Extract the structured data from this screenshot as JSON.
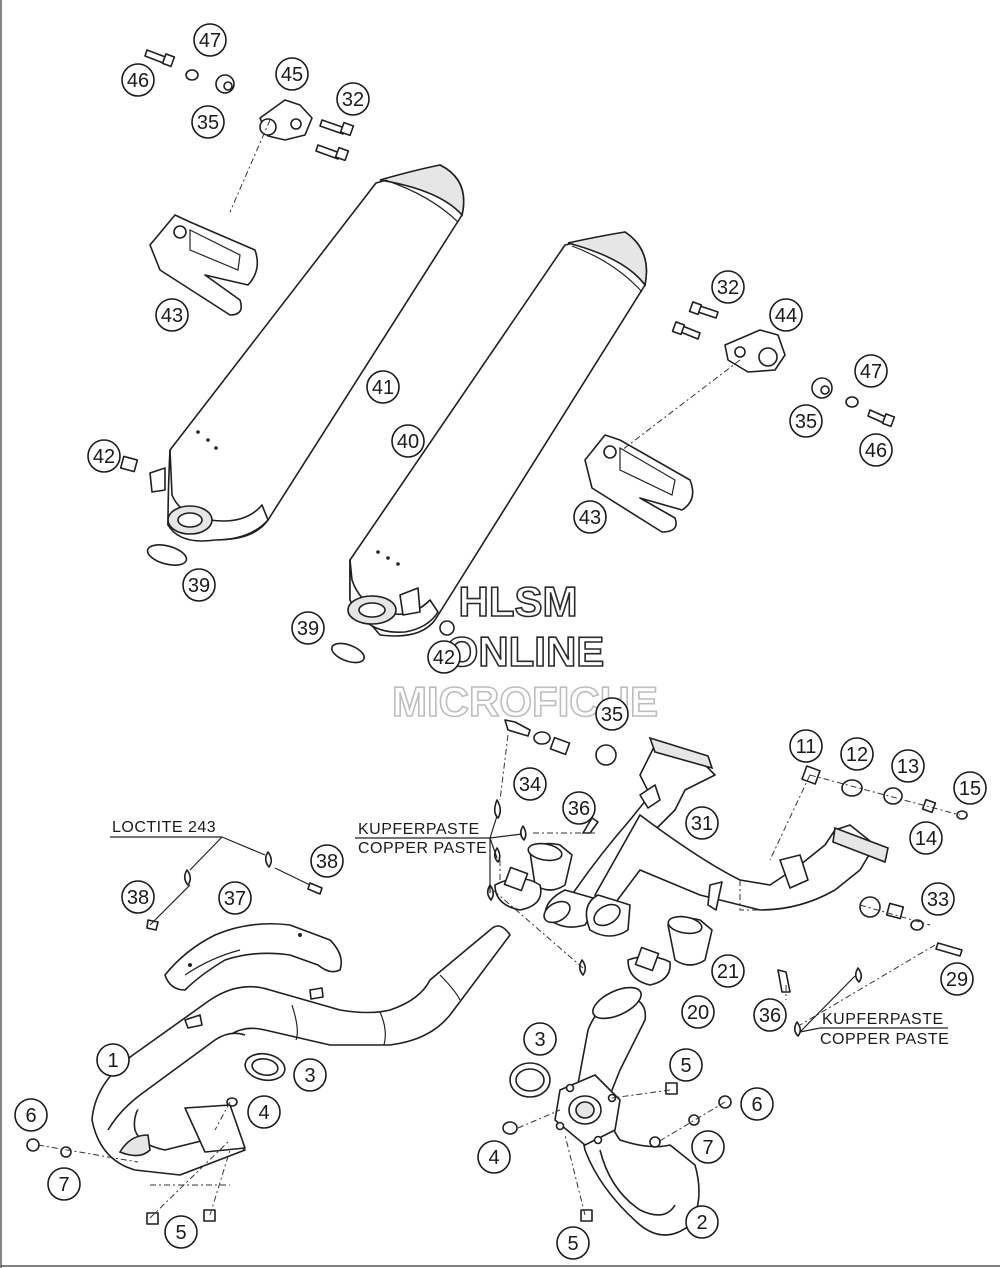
{
  "callouts": [
    {
      "label": "47"
    },
    {
      "label": "46"
    },
    {
      "label": "35"
    },
    {
      "label": "45"
    },
    {
      "label": "32"
    },
    {
      "label": "43"
    },
    {
      "label": "41"
    },
    {
      "label": "40"
    },
    {
      "label": "42"
    },
    {
      "label": "39"
    },
    {
      "label": "32"
    },
    {
      "label": "44"
    },
    {
      "label": "47"
    },
    {
      "label": "35"
    },
    {
      "label": "46"
    },
    {
      "label": "43"
    },
    {
      "label": "39"
    },
    {
      "label": "42"
    },
    {
      "label": "35"
    },
    {
      "label": "34"
    },
    {
      "label": "36"
    },
    {
      "label": "31"
    },
    {
      "label": "11"
    },
    {
      "label": "12"
    },
    {
      "label": "13"
    },
    {
      "label": "15"
    },
    {
      "label": "14"
    },
    {
      "label": "38"
    },
    {
      "label": "38"
    },
    {
      "label": "37"
    },
    {
      "label": "33"
    },
    {
      "label": "21"
    },
    {
      "label": "29"
    },
    {
      "label": "20"
    },
    {
      "label": "36"
    },
    {
      "label": "1"
    },
    {
      "label": "3"
    },
    {
      "label": "3"
    },
    {
      "label": "5"
    },
    {
      "label": "6"
    },
    {
      "label": "4"
    },
    {
      "label": "6"
    },
    {
      "label": "7"
    },
    {
      "label": "7"
    },
    {
      "label": "4"
    },
    {
      "label": "5"
    },
    {
      "label": "2"
    },
    {
      "label": "5"
    }
  ],
  "notes": {
    "loctite": "LOCTITE 243",
    "kupferpaste_left": "KUPFERPASTE",
    "copper_paste_left": "COPPER PASTE",
    "kupferpaste_right": "KUPFERPASTE",
    "copper_paste_right": "COPPER PASTE"
  },
  "watermark": {
    "line1": "HLSM",
    "line2": "ONLINE",
    "line3": "MICROFICHE"
  }
}
